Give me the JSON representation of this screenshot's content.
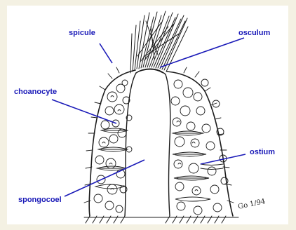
{
  "diagram": {
    "labels": {
      "spicule": "spicule",
      "osculum": "osculum",
      "choanocyte": "choanocyte",
      "ostium": "ostium",
      "spongocoel": "spongocoel"
    },
    "signature": "Go 1/94",
    "label_color": "#1a1ab8",
    "line_color": "#1a1ab8",
    "ink_color": "#1b1b1b",
    "background": "#f4f1e3"
  }
}
